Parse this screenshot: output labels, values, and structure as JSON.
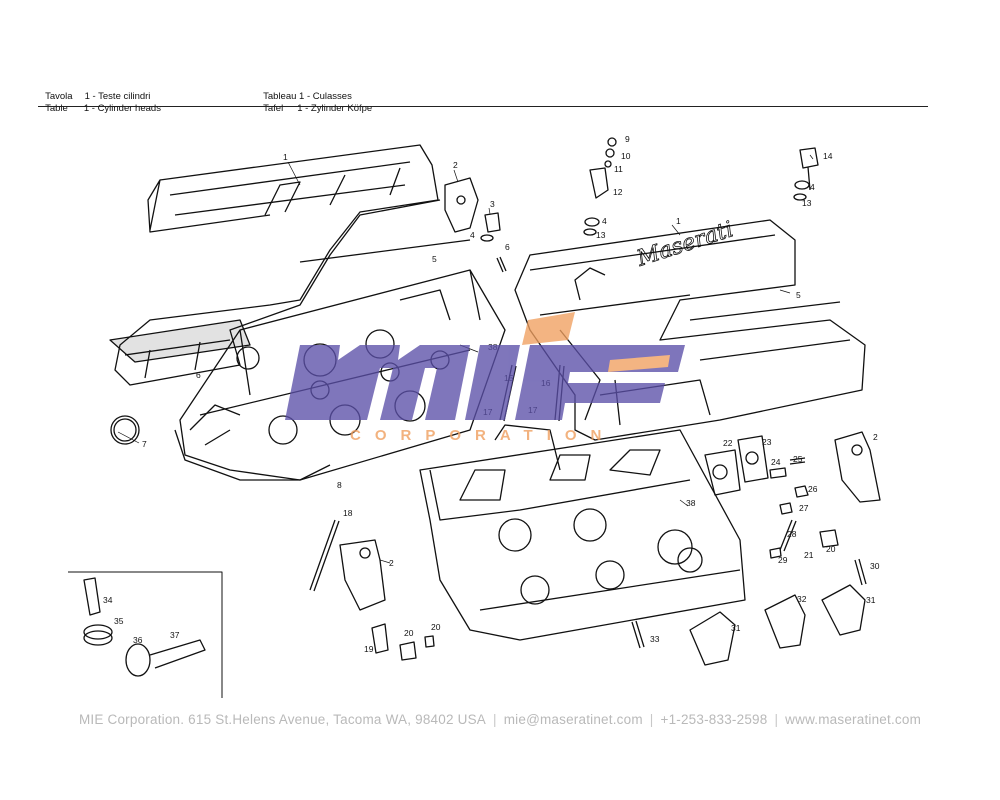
{
  "header": {
    "it": {
      "word": "Tavola",
      "num": "1",
      "title": "- Teste cilindri"
    },
    "en": {
      "word": "Table",
      "num": "1",
      "title": "- Cylinder heads"
    },
    "fr": {
      "word": "Tableau 1",
      "title": "- Culasses"
    },
    "de": {
      "word": "Tafel",
      "num": "1",
      "title": "- Zylinder Köfpe"
    }
  },
  "watermark": {
    "logo": "mie",
    "tagline": "CORPORATION",
    "colors": {
      "purple": "#5b4fa8",
      "orange": "#f0a060"
    }
  },
  "cover_logo": "Maserati",
  "callouts": [
    "1",
    "2",
    "3",
    "4",
    "5",
    "6",
    "7",
    "8",
    "9",
    "10",
    "11",
    "12",
    "13",
    "14",
    "15",
    "16",
    "17",
    "18",
    "19",
    "20",
    "21",
    "22",
    "23",
    "24",
    "25",
    "26",
    "27",
    "28",
    "29",
    "30",
    "31",
    "32",
    "33",
    "34",
    "35",
    "36",
    "37",
    "38"
  ],
  "footer": {
    "company": "MIE Corporation. 615 St.Helens Avenue, Tacoma WA, 98402 USA",
    "email": "mie@maseratinet.com",
    "phone": "+1-253-833-2598",
    "website": "www.maseratinet.com"
  },
  "colors": {
    "ink": "#111111",
    "footer_text": "#b9b9b9"
  }
}
